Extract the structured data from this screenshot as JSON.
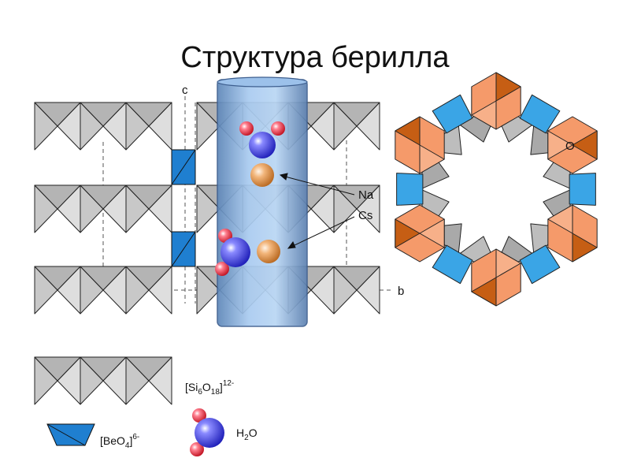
{
  "title": "Структура берилла",
  "labels": {
    "axis_c": "c",
    "axis_b": "b",
    "atom_o": "O",
    "atom_na": "Na",
    "atom_cs": "Cs"
  },
  "legend": {
    "si_ring": {
      "base": "[Si",
      "sub1": "6",
      "mid": "O",
      "sub2": "18",
      "end": "]",
      "sup": "12-"
    },
    "beo4": {
      "base": "[BeO",
      "sub": "4",
      "end": "]",
      "sup": "6-"
    },
    "water": {
      "base": "H",
      "sub": "2",
      "end": "O"
    }
  },
  "colors": {
    "tetra_grey": "#c8c8c8",
    "be_blue": "#1f7fd0",
    "channel_blue": "#8fb8e6",
    "ring_orange": "#f59a6a",
    "ring_orange_dark": "#c65e14",
    "ring_blue": "#3aa5e6",
    "water_blue": "#3f3fe0",
    "water_red": "#e83040",
    "cation_orange": "#e89a5a"
  }
}
